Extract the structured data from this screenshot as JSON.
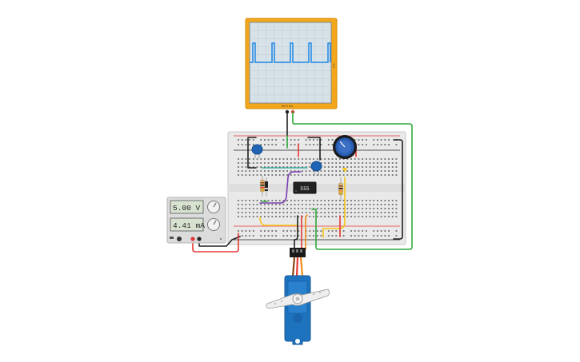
{
  "oscilloscope": {
    "time_label": "50.0 ms",
    "volts_label": "1 V",
    "frame_color": "#f2a71b",
    "screen_color": "#d7e1e8",
    "trace_color": "#1e88e5"
  },
  "power_supply": {
    "voltage": "5.00 V",
    "current": "4.41 mA"
  },
  "ic": {
    "label": "555"
  },
  "breadboard": {
    "color": "#e9e9e9",
    "rail_red": "#e53935",
    "rail_black": "#212121"
  },
  "servo": {
    "body_color": "#1e73be",
    "horn_color": "#eeeeee"
  },
  "wires": {
    "green": "#2eaa3c",
    "red": "#e53935",
    "black": "#212121",
    "yellow": "#f5c518",
    "orange": "#f08a1b",
    "purple": "#7b3fb0",
    "teal": "#26a69a"
  }
}
